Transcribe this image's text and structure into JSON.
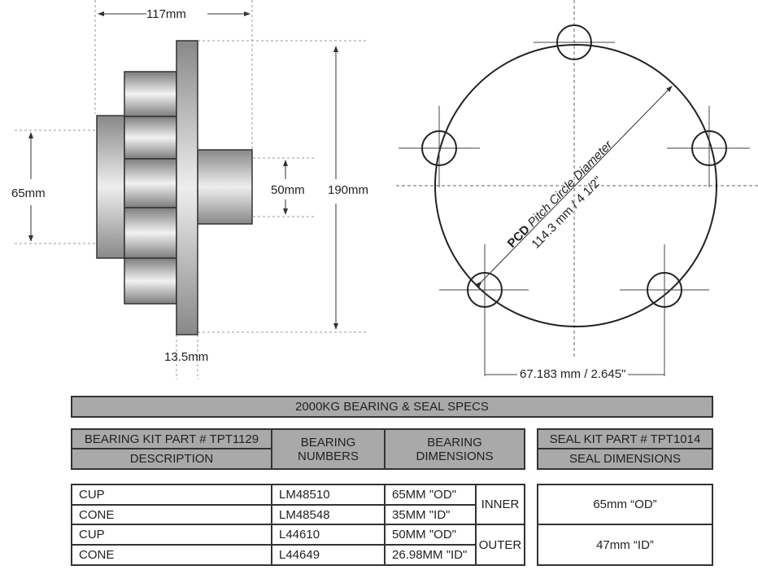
{
  "hub_diagram": {
    "overall_length": "117mm",
    "flange_diameter": "190mm",
    "inner_bearing_od": "65mm",
    "outer_bearing_od": "50mm",
    "flange_thickness": "13.5mm"
  },
  "pcd_diagram": {
    "pcd_prefix": "PCD",
    "pcd_label": "Pitch Circle Diameter",
    "pcd_value": "114.3 mm / 4 1/2\"",
    "stud_spacing": "67.183 mm / 2.645\""
  },
  "specs": {
    "title": "2000KG BEARING & SEAL SPECS",
    "bearing_kit": "BEARING KIT PART # TPT1129",
    "description_header": "DESCRIPTION",
    "numbers_header": "BEARING NUMBERS",
    "dimensions_header": "BEARING DIMENSIONS",
    "seal_kit": "SEAL KIT PART # TPT1014",
    "seal_dimensions_header": "SEAL DIMENSIONS",
    "rows": [
      {
        "description": "CUP",
        "number": "LM48510",
        "dimension": "65MM \"OD\""
      },
      {
        "description": "CONE",
        "number": "LM48548",
        "dimension": "35MM \"ID\""
      },
      {
        "description": "CUP",
        "number": "L44610",
        "dimension": "50MM \"OD\""
      },
      {
        "description": "CONE",
        "number": "L44649",
        "dimension": "26.98MM \"ID\""
      }
    ],
    "groups": [
      "INNER",
      "OUTER"
    ],
    "seals": [
      "65mm “OD”",
      "47mm “ID”"
    ]
  }
}
